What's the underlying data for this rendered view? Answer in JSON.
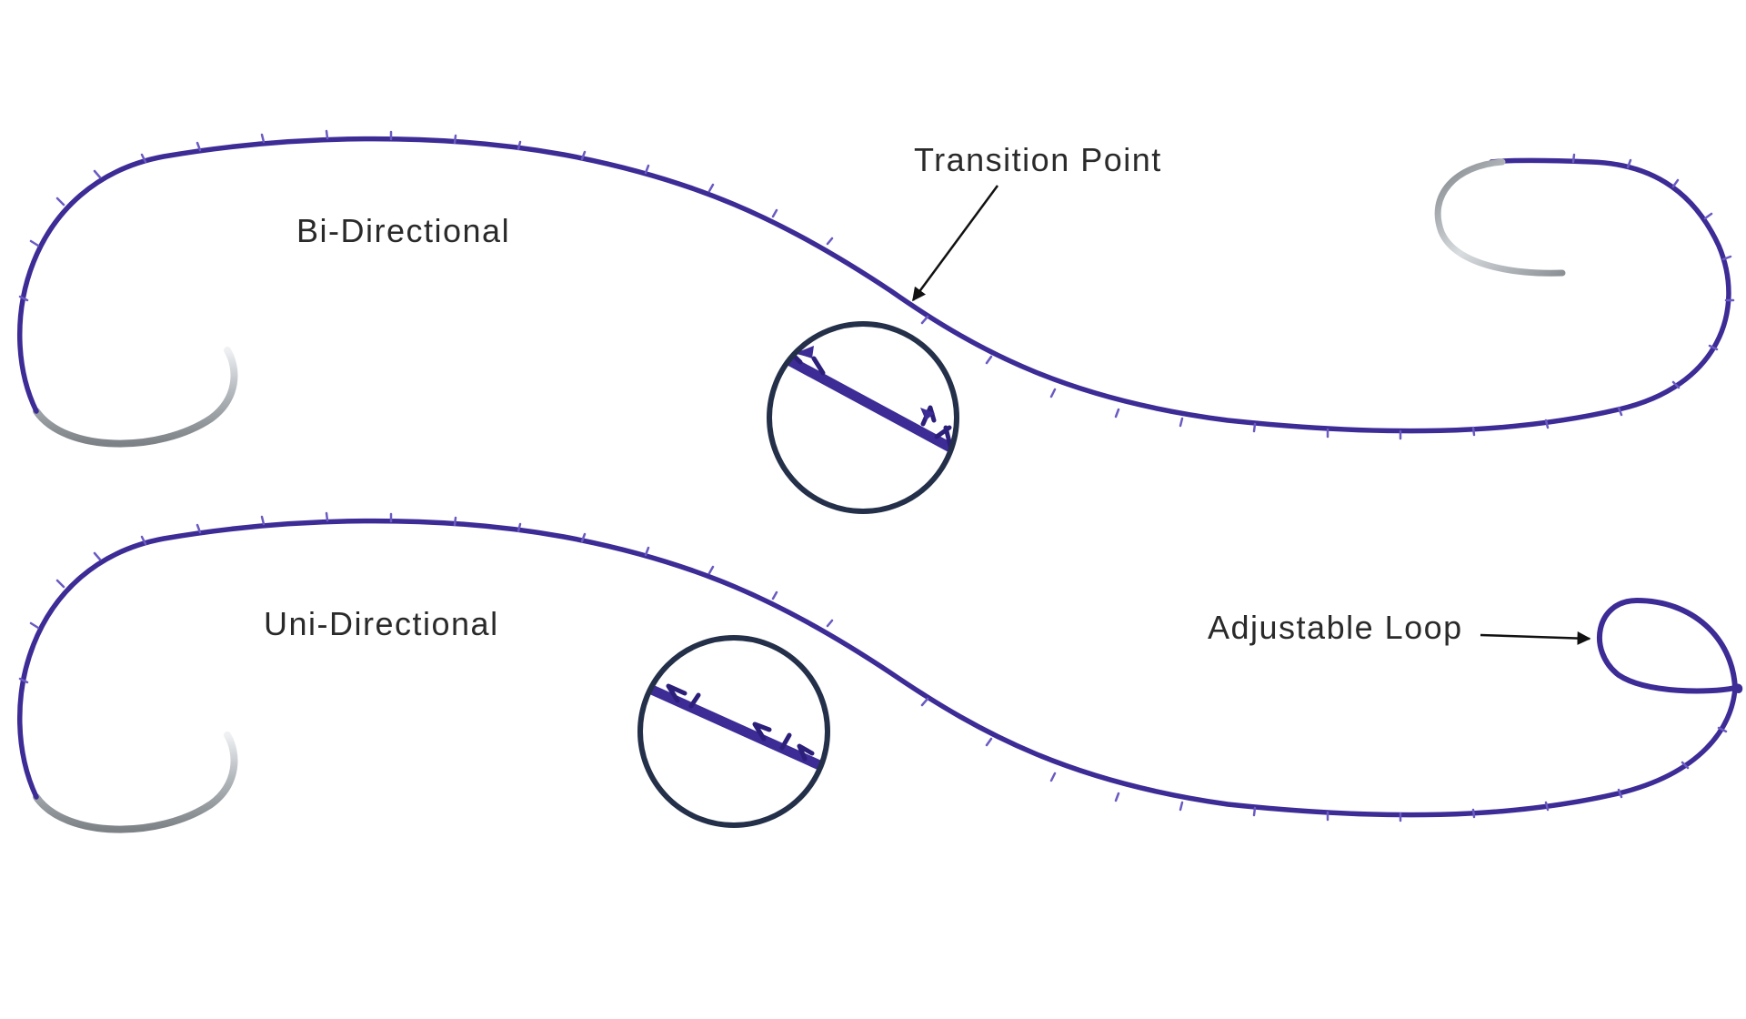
{
  "labels": {
    "transition_point": "Transition Point",
    "bi_directional": "Bi-Directional",
    "uni_directional": "Uni-Directional",
    "adjustable_loop": "Adjustable Loop"
  },
  "colors": {
    "suture": "#3d2b96",
    "suture_dark": "#2c1f7a",
    "needle": "#a9aeb3",
    "needle_highlight": "#e9ecef",
    "magnifier_ring": "#243049",
    "arrow": "#111111",
    "text": "#2a2a2a",
    "background": "#ffffff"
  },
  "icons": {
    "needle": "curved-surgical-needle",
    "magnifier": "magnifier-circle",
    "arrow": "pointer-arrow"
  }
}
